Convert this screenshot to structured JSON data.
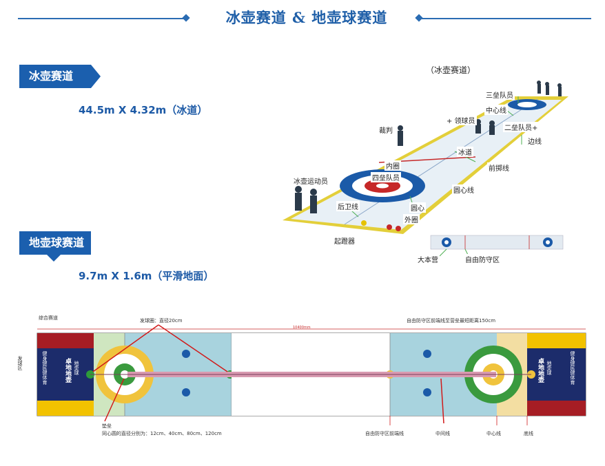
{
  "header": {
    "title": "冰壶赛道 & 地壶球赛道"
  },
  "curling": {
    "tag": "冰壶赛道",
    "size": "44.5m X 4.32m（冰道）",
    "caption": "（冰壶赛道）",
    "labels": {
      "third": "三垒队员",
      "center_line": "中心线",
      "lead": "+ 领球员",
      "judge": "裁判",
      "second": "二垒队员+",
      "side_line": "边线",
      "ice": "冰道",
      "inner": "内圈",
      "hog": "前掷线",
      "skip": "四垒队员",
      "athlete": "冰壶运动员",
      "tee_line": "圆心线",
      "back_line": "后卫线",
      "center": "圆心",
      "outer": "外圈",
      "hack": "起蹬器",
      "house": "大本营",
      "free_guard": "自由防守区"
    }
  },
  "floor": {
    "tag": "地壶球赛道",
    "size": "9.7m X 1.6m（平滑地面）",
    "diagram": {
      "title": "综合赛道",
      "launch": "发球圈：直径20cm",
      "total": "10400mm",
      "free_guard_dist": "自由防守区前端线至营垒最短距离150cm",
      "side": "发球区",
      "pin": "垫垒",
      "rings": "同心圆的直径分别为：12cm、40cm、80cm、120cm",
      "free_guard_line": "自由防守区前端线",
      "mid_line": "中间线",
      "center_line": "中心线",
      "base_line": "底线",
      "banner_title": "卓地地壶",
      "banner_sub": "地壶球",
      "banner_motto": "健身健民健体育"
    }
  }
}
